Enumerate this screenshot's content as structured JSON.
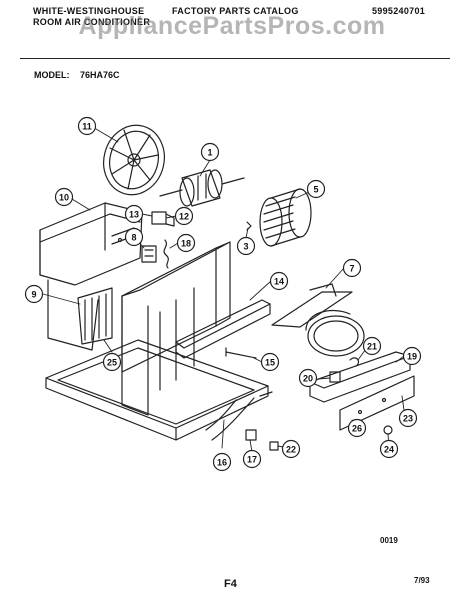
{
  "header": {
    "brand_line1": "WHITE-WESTINGHOUSE",
    "brand_line2": "ROOM AIR CONDITIONER",
    "catalog": "FACTORY PARTS CATALOG",
    "part_number": "5995240701"
  },
  "watermark": "AppliancePartsPros.com",
  "model": {
    "label": "MODEL:",
    "value": "76HA76C"
  },
  "callouts": [
    "1",
    "3",
    "5",
    "7",
    "8",
    "9",
    "10",
    "11",
    "12",
    "13",
    "14",
    "15",
    "16",
    "17",
    "18",
    "19",
    "20",
    "21",
    "22",
    "23",
    "24",
    "25",
    "26"
  ],
  "footer": {
    "code": "0019",
    "page": "F4",
    "date": "7/93"
  }
}
